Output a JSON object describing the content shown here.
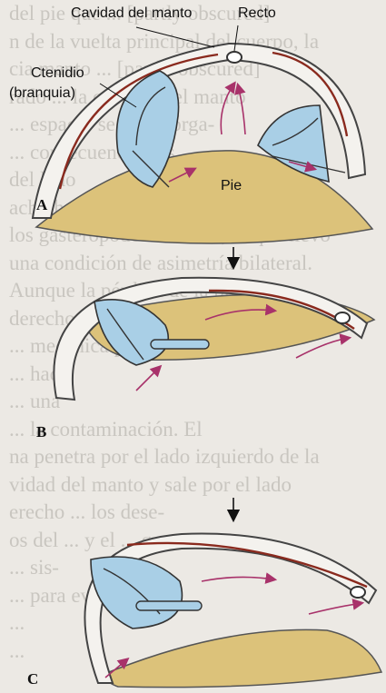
{
  "background_text_lines": [
    "del pie que ... [partly obscured]",
    "n de la vuelta principal del cuerpo, la",
    "cia manto ... [partly obscured]",
    "rado ... la cavidad del manto",
    "... espacio se ... los órga-",
    "... consecuencia, las",
    "del lado",
    "acho han desaparecido en la mayoría",
    "los gasterópodos actuales, lo que llevó",
    "una condición de asimetría bilateral.",
    "Aunque la pérdida de la branquia",
    "derecho ... probablemente una adapta-",
    "... mecánica para ... de la",
    "... hace",
    "... una",
    "... la contaminación. El",
    "na penetra por el lado izquierdo de la",
    "vidad del manto y sale por el lado",
    "erecho ... los dese-",
    "os del ... y el ... que",
    "... sis-",
    "... para evitar",
    "...",
    "..."
  ],
  "labels": {
    "mantle_cavity": "Cavidad del manto",
    "rectum": "Recto",
    "ctenidium_line1": "Ctenidio",
    "ctenidium_line2": "(branquia)",
    "foot": "Pie"
  },
  "panels": [
    "A",
    "B",
    "C"
  ],
  "colors": {
    "foot": "#dcc27a",
    "gill": "#a9cfe6",
    "mantle_shell": "#f4f2ee",
    "mantle_tissue": "#8a2a1e",
    "arrows": "#a8326a"
  }
}
